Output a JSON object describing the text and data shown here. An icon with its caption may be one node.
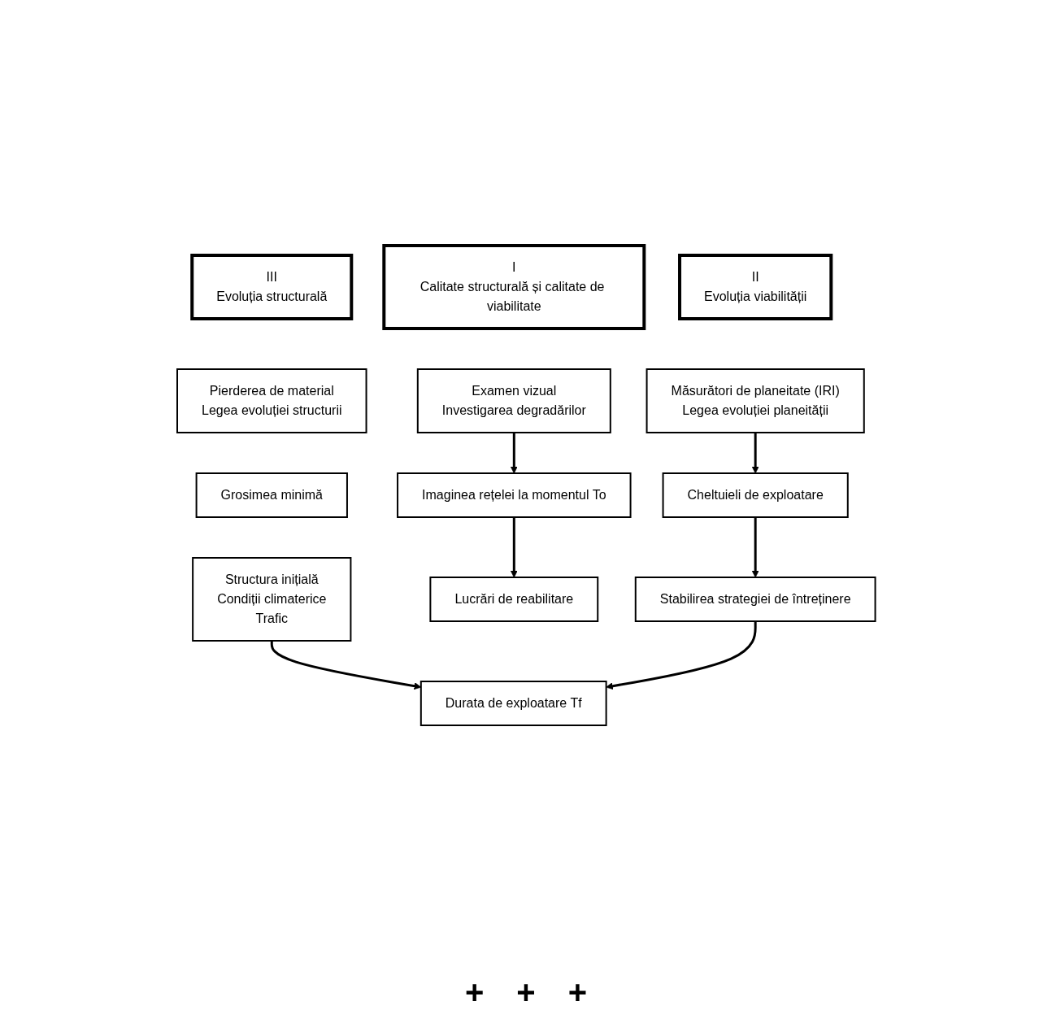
{
  "diagram": {
    "nodes": [
      {
        "text": [
          "I",
          "Calitate structurală și calitate de viabilitate"
        ]
      },
      {
        "text": [
          "II",
          "Evoluția viabilității"
        ]
      },
      {
        "text": [
          "III",
          "Evoluția structurală"
        ]
      },
      {
        "text": [
          "Examen vizual",
          "Investigarea degradărilor"
        ]
      },
      {
        "text": [
          "Măsurători de planeitate (IRI)",
          "Legea evoluției planeității"
        ]
      },
      {
        "text": [
          "Pierderea de material",
          "Legea evoluției structurii"
        ]
      },
      {
        "text": [
          "Grosimea minimă"
        ]
      },
      {
        "text": [
          "Imaginea rețelei la momentul To"
        ]
      },
      {
        "text": [
          "Cheltuieli de exploatare"
        ]
      },
      {
        "text": [
          "Structura inițială",
          "Condiții climaterice",
          "Trafic"
        ]
      },
      {
        "text": [
          "Lucrări de reabilitare"
        ]
      },
      {
        "text": [
          "Stabilirea strategiei de întreținere"
        ]
      },
      {
        "text": [
          "Durata de exploatare Tf"
        ]
      }
    ],
    "edges": [
      {
        "from": 3,
        "to": 7,
        "arrow": "to"
      },
      {
        "from": 4,
        "to": 8,
        "arrow": "to"
      },
      {
        "from": 7,
        "to": 10,
        "arrow": "to"
      },
      {
        "from": 8,
        "to": 11,
        "arrow": "to"
      },
      {
        "from": 9,
        "to": 12,
        "arrow": "to"
      },
      {
        "from": 11,
        "to": 12,
        "arrow": "to"
      }
    ],
    "labels": [
      "+",
      "+",
      "+"
    ]
  }
}
